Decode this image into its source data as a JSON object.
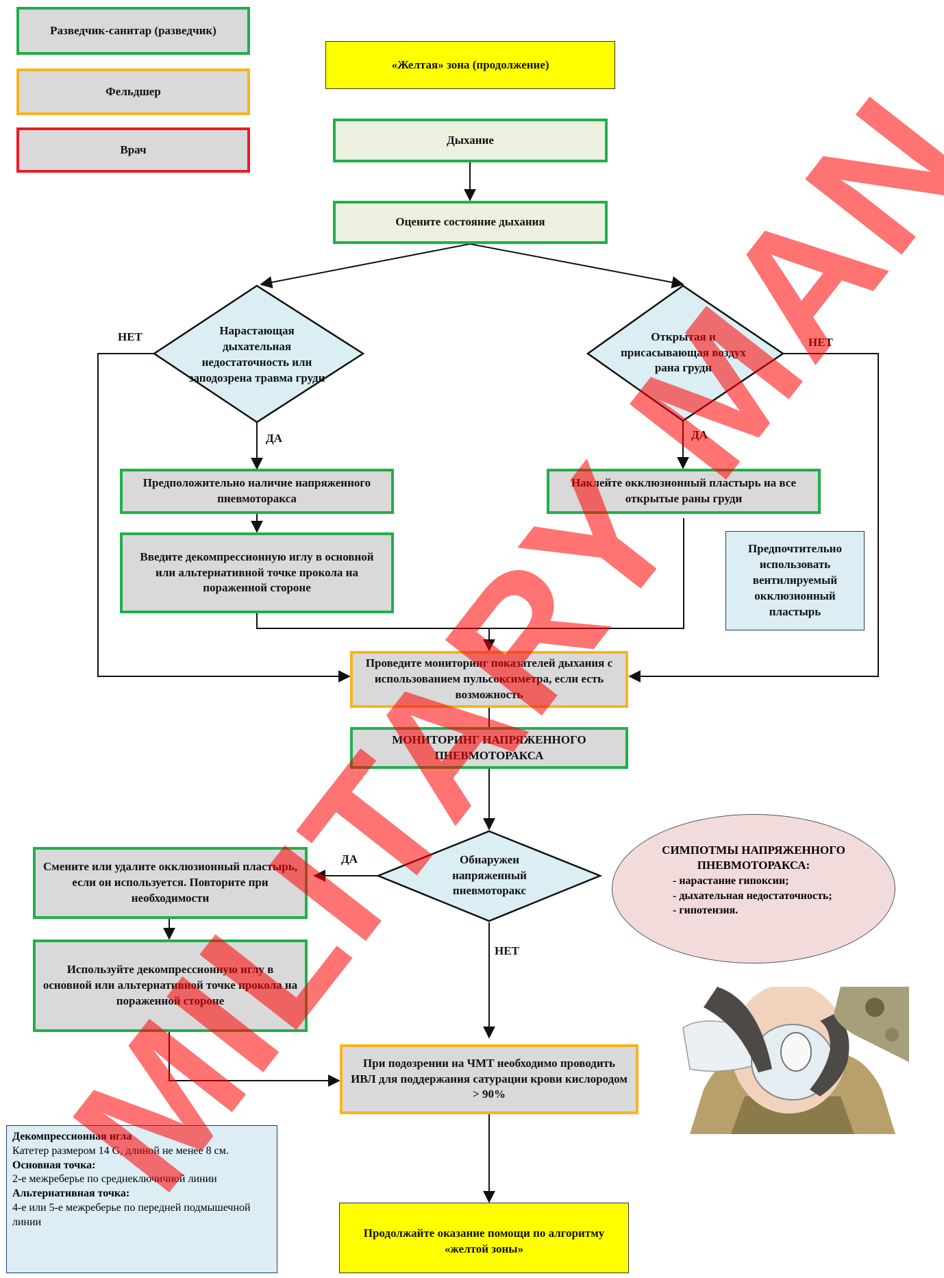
{
  "legend": {
    "scout": "Разведчик-санитар (разведчик)",
    "paramedic": "Фельдшер",
    "doctor": "Врач"
  },
  "header": {
    "title": "«Желтая» зона (продолжение)"
  },
  "nodes": {
    "breathing": "Дыхание",
    "assess": "Оцените состояние дыхания",
    "dec_left": "Нарастающая дыхательная недостаточность или заподозрена травма груди",
    "dec_right": "Открытая и присасывающая воздух рана груди",
    "presume_ptx": "Предположительно наличие напряженного пневмоторакса",
    "needle1": "Введите декомпрессионную иглу в основной или альтернативной точке прокола на пораженной стороне",
    "occlusive": "Наклейте окклюзионный пластырь  на все открытые раны груди",
    "vent_note": "Предпочтительно использовать вентилируемый окклюзионный пластырь",
    "monitor": "Проведите мониторинг показателей дыхания с использованием пульсоксиметра, если есть возможность",
    "monitor_ptx": "МОНИТОРИНГ НАПРЯЖЕННОГО ПНЕВМОТОРАКСА",
    "dec_detected": "Обнаружен напряженный пневмоторакс",
    "replace": "Смените или удалите окклюзионный пластырь, если он используется. Повторите при необходимости",
    "needle2": "Используйте декомпрессионную иглу в основной или альтернативной точке прокола на пораженной стороне",
    "tbi": "При подозрении на ЧМТ необходимо проводить ИВЛ для поддержания сатурации крови кислородом > 90%",
    "continue": "Продолжайте оказание помощи по алгоритму «желтой зоны»"
  },
  "labels": {
    "no_left": "НЕТ",
    "yes_left": "ДА",
    "no_right": "НЕТ",
    "yes_right": "ДА",
    "yes_detected": "ДА",
    "no_detected": "НЕТ"
  },
  "symptoms": {
    "title": "СИМПОТМЫ НАПРЯЖЕННОГО ПНЕВМОТОРАКСА:",
    "items": [
      "- нарастание гипоксии;",
      "- дыхательная недостаточность;",
      "- гипотензия."
    ]
  },
  "info": {
    "needle_title": "Декомпрессионная игла",
    "needle_text": "Катетер размером 14 G, длиной не менее 8 см.",
    "main_title": "Основная точка:",
    "main_text": "2-е межреберье по среднеключичной линии",
    "alt_title": "Альтернативная точка:",
    "alt_text": "4-е или 5-е межреберье по передней подмышечной линии"
  },
  "watermark": "MILITARY MAN",
  "colors": {
    "green_border": "#1fb04a",
    "orange_border": "#f8b41c",
    "red_border": "#ea1c24",
    "yellow_fill": "#ffff00",
    "decision_fill": "#daeef3",
    "oval_fill": "#f2dcdb",
    "watermark": "#ff0000"
  }
}
